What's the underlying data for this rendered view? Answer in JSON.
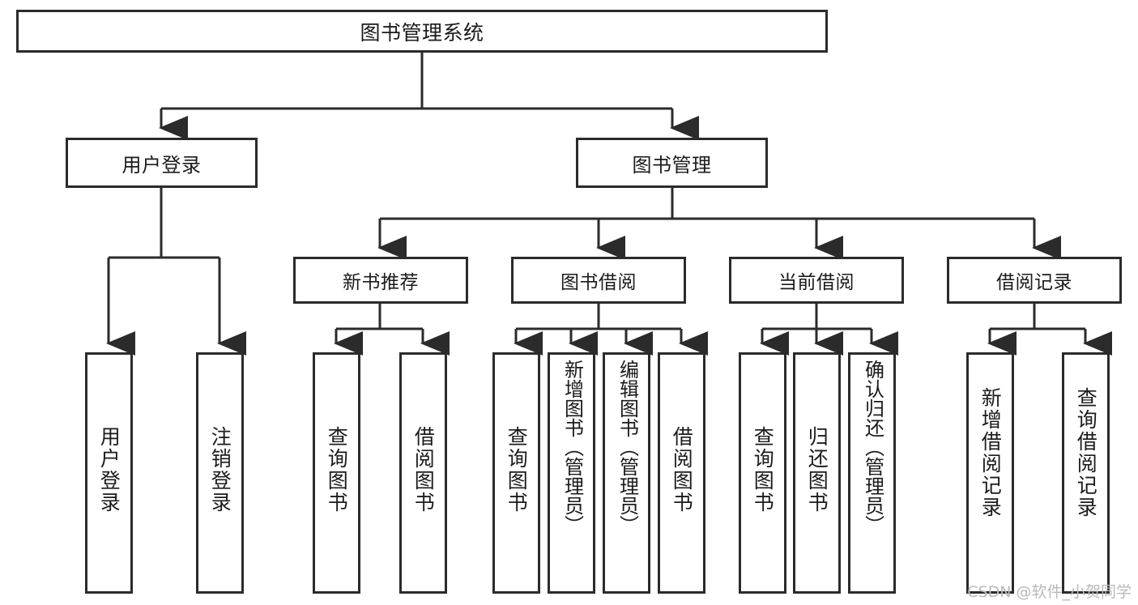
{
  "diagram": {
    "type": "tree",
    "title": "图书管理系统",
    "orientation": "top-down",
    "colors": {
      "box_border": "#2b2b2b",
      "box_fill": "#ffffff",
      "connector": "#2b2b2b",
      "text": "#1b1b1b",
      "watermark": "#b9b9b9"
    }
  },
  "nodes": {
    "root": {
      "label": "图书管理系统",
      "level": 1
    },
    "level2": [
      {
        "id": "user-login",
        "label": "用户登录"
      },
      {
        "id": "book-management",
        "label": "图书管理"
      }
    ],
    "level3": [
      {
        "id": "new-book-recommend",
        "label": "新书推荐"
      },
      {
        "id": "book-borrow",
        "label": "图书借阅"
      },
      {
        "id": "current-borrow",
        "label": "当前借阅"
      },
      {
        "id": "borrow-record",
        "label": "借阅记录"
      }
    ],
    "leaves": {
      "user-login": [
        {
          "id": "leaf-user-login",
          "label": "用户登录"
        },
        {
          "id": "leaf-logout",
          "label": "注销登录"
        }
      ],
      "new-book-recommend": [
        {
          "id": "leaf-query-book-1",
          "label": "查询图书"
        },
        {
          "id": "leaf-borrow-book-1",
          "label": "借阅图书"
        }
      ],
      "book-borrow": [
        {
          "id": "leaf-query-book-2",
          "label": "查询图书"
        },
        {
          "id": "leaf-add-book",
          "label": "新增图书（管理员）"
        },
        {
          "id": "leaf-edit-book",
          "label": "编辑图书（管理员）"
        },
        {
          "id": "leaf-borrow-book-2",
          "label": "借阅图书"
        }
      ],
      "current-borrow": [
        {
          "id": "leaf-query-book-3",
          "label": "查询图书"
        },
        {
          "id": "leaf-return-book",
          "label": "归还图书"
        },
        {
          "id": "leaf-confirm-return",
          "label": "确认归还（管理员）"
        }
      ],
      "borrow-record": [
        {
          "id": "leaf-add-record",
          "label": "新增借阅记录"
        },
        {
          "id": "leaf-query-record",
          "label": "查询借阅记录"
        }
      ]
    }
  },
  "watermark": {
    "text": "CSDN @软件_小贺同学"
  }
}
